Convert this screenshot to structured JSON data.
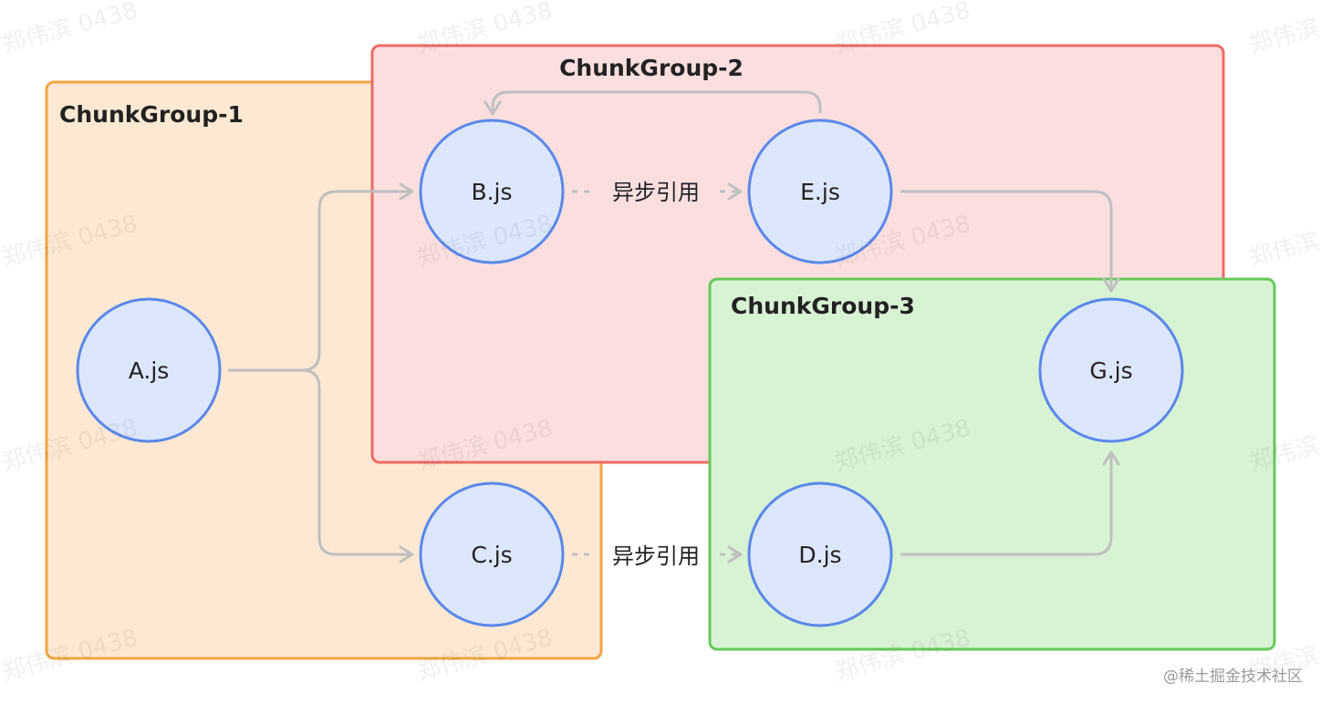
{
  "groups": [
    {
      "id": "group-1",
      "title": "ChunkGroup-1",
      "fill": "#fde9d3",
      "stroke": "#f2a541"
    },
    {
      "id": "group-2",
      "title": "ChunkGroup-2",
      "fill": "#fbdfdf",
      "stroke": "#ee6a66"
    },
    {
      "id": "group-3",
      "title": "ChunkGroup-3",
      "fill": "#d8f2d4",
      "stroke": "#66c95a"
    }
  ],
  "nodes": {
    "a": "A.js",
    "b": "B.js",
    "c": "C.js",
    "d": "D.js",
    "e": "E.js",
    "g": "G.js"
  },
  "edge_labels": {
    "b_to_e": "异步引用",
    "c_to_d": "异步引用"
  },
  "node_style": {
    "fill": "#dde7fb",
    "stroke": "#5a88ea"
  },
  "edge_color": "#bfbfbf",
  "watermark": "郑伟滨 0438",
  "credit": "@稀土掘金技术社区"
}
